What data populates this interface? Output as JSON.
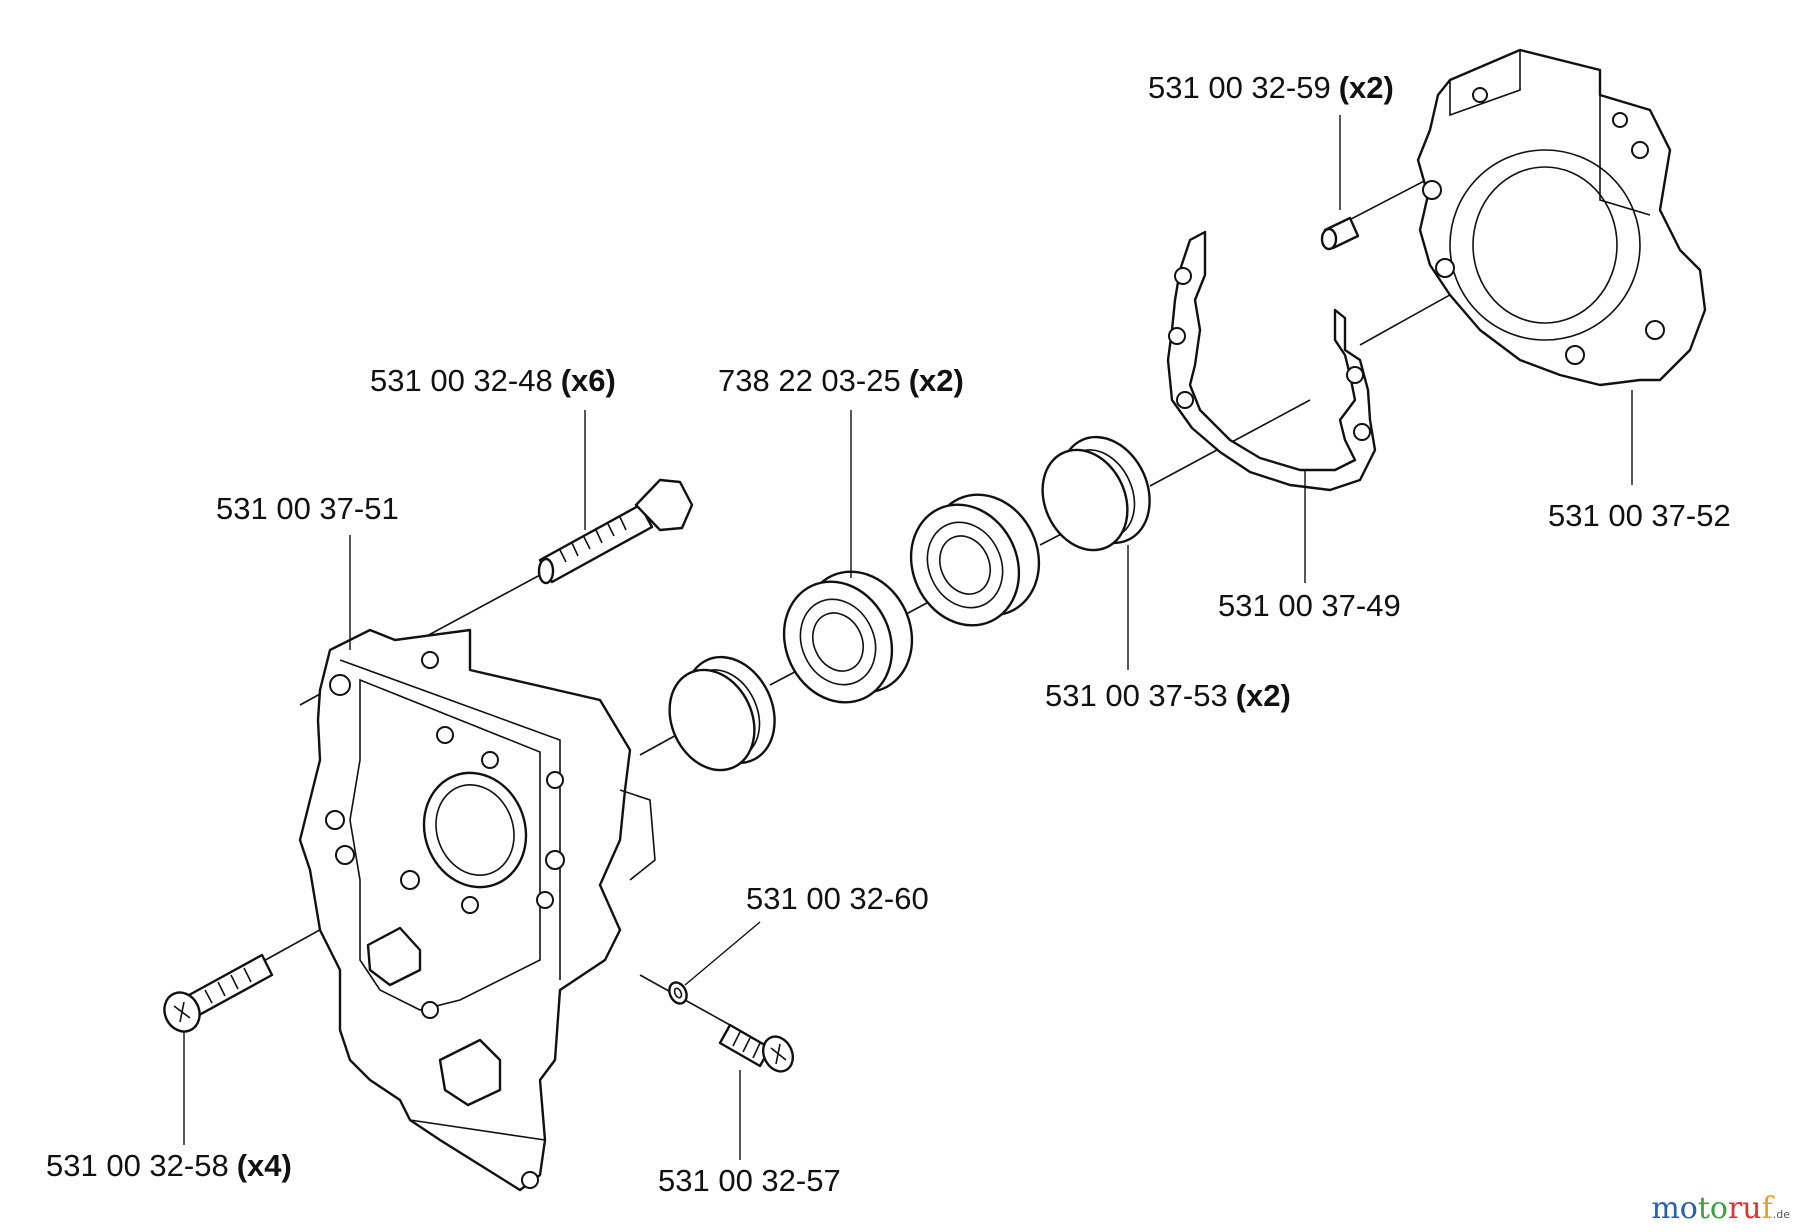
{
  "parts": [
    {
      "id": "p1",
      "number": "531 00 32-59",
      "qty": "(x2)"
    },
    {
      "id": "p2",
      "number": "531 00 32-48",
      "qty": "(x6)"
    },
    {
      "id": "p3",
      "number": "738 22 03-25",
      "qty": "(x2)"
    },
    {
      "id": "p4",
      "number": "531 00 37-51",
      "qty": ""
    },
    {
      "id": "p5",
      "number": "531 00 37-52",
      "qty": ""
    },
    {
      "id": "p6",
      "number": "531 00 37-49",
      "qty": ""
    },
    {
      "id": "p7",
      "number": "531 00 37-53",
      "qty": "(x2)"
    },
    {
      "id": "p8",
      "number": "531 00 32-60",
      "qty": ""
    },
    {
      "id": "p9",
      "number": "531 00 32-58",
      "qty": "(x4)"
    },
    {
      "id": "p10",
      "number": "531 00 32-57",
      "qty": ""
    }
  ],
  "watermark": {
    "part1": "mo",
    "part2": "to",
    "part3": "ru",
    "part4": "f",
    "tld": ".de"
  }
}
